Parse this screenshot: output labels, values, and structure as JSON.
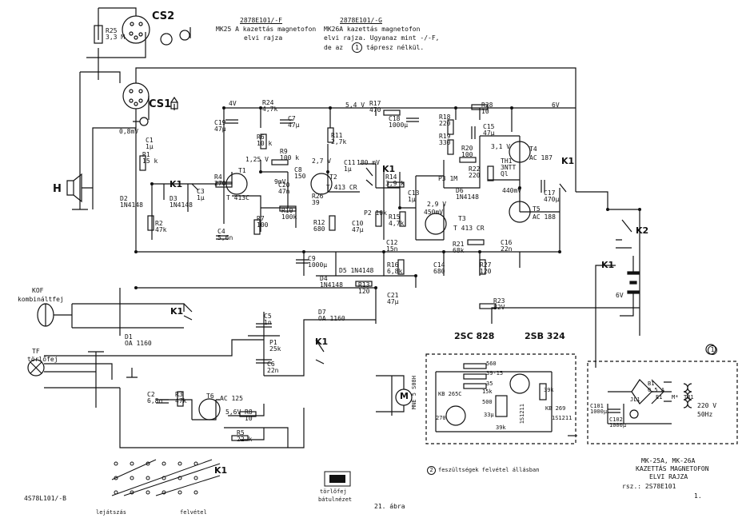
{
  "header": {
    "col1_code": "2878E101/-F",
    "col1_l1": "MK25 A kazettás magnetofon",
    "col1_l2": "elvi rajza",
    "col2_code": "2878E101/-G",
    "col2_l1": "MK26A kazettás magnetofon",
    "col2_l2": "elvi rajza. Ugyanaz mint -/-F,",
    "col2_l3": "de az",
    "col2_circle": "1",
    "col2_l3b": "tápresz nélkül."
  },
  "connectors": {
    "cs2": "CS2",
    "cs1": "CS1",
    "speaker": "H",
    "kof1": "KOF",
    "kof2": "kombináltfej",
    "tf1": "TF",
    "tf2": "törlőfej"
  },
  "resistors": [
    {
      "n": "R25",
      "v": "3,3 M"
    },
    {
      "n": "R24",
      "v": "4,7k"
    },
    {
      "n": "R6",
      "v": "10 k"
    },
    {
      "n": "R9",
      "v": "100 k"
    },
    {
      "n": "R4",
      "v": "270"
    },
    {
      "n": "R7",
      "v": "100"
    },
    {
      "n": "R10",
      "v": "100k"
    },
    {
      "n": "R11",
      "v": "2,7k"
    },
    {
      "n": "R12",
      "v": "680"
    },
    {
      "n": "R26",
      "v": "39"
    },
    {
      "n": "R14",
      "v": "3,9 k"
    },
    {
      "n": "R15",
      "v": "4,7k"
    },
    {
      "n": "R16",
      "v": "6,8k"
    },
    {
      "n": "R13",
      "v": "120"
    },
    {
      "n": "R17",
      "v": "470"
    },
    {
      "n": "R18",
      "v": "220"
    },
    {
      "n": "R19",
      "v": "330"
    },
    {
      "n": "R20",
      "v": "100"
    },
    {
      "n": "R22",
      "v": "220"
    },
    {
      "n": "R21",
      "v": "68k"
    },
    {
      "n": "R27",
      "v": "120"
    },
    {
      "n": "R28",
      "v": "10"
    },
    {
      "n": "R23",
      "v": "82V"
    },
    {
      "n": "R1",
      "v": "15 k"
    },
    {
      "n": "R2",
      "v": "47k"
    },
    {
      "n": "R3",
      "v": "47k"
    },
    {
      "n": "R8",
      "v": "10"
    },
    {
      "n": "R5",
      "v": "22 k"
    }
  ],
  "capacitors": [
    {
      "n": "C19",
      "v": "47µ"
    },
    {
      "n": "C7",
      "v": "47µ"
    },
    {
      "n": "C1",
      "v": "1µ"
    },
    {
      "n": "C3",
      "v": "1µ"
    },
    {
      "n": "C4",
      "v": "5,6n"
    },
    {
      "n": "C8",
      "v": "150"
    },
    {
      "n": "C20",
      "v": "47n"
    },
    {
      "n": "C9",
      "v": "1000µ"
    },
    {
      "n": "C10",
      "v": "47µ"
    },
    {
      "n": "C11",
      "v": "1µ"
    },
    {
      "n": "C12",
      "v": "15n"
    },
    {
      "n": "C13",
      "v": "1µ"
    },
    {
      "n": "C14",
      "v": "680"
    },
    {
      "n": "C18",
      "v": "1000µ"
    },
    {
      "n": "C15",
      "v": "47µ"
    },
    {
      "n": "C16",
      "v": "22n"
    },
    {
      "n": "C17",
      "v": "470µ"
    },
    {
      "n": "C21",
      "v": "47µ"
    },
    {
      "n": "C5",
      "v": "1n"
    },
    {
      "n": "C6",
      "v": "22n"
    },
    {
      "n": "C2",
      "v": "6,8n"
    },
    {
      "n": "C101",
      "v": "1000µ"
    },
    {
      "n": "C102",
      "v": "1000µ"
    }
  ],
  "transistors": [
    {
      "n": "T1",
      "t": "T 413C"
    },
    {
      "n": "T2",
      "t": "T 413 CR"
    },
    {
      "n": "T3",
      "t": "T 413 CR"
    },
    {
      "n": "T4",
      "t": "AC 187"
    },
    {
      "n": "T5",
      "t": "AC 188"
    },
    {
      "n": "T6",
      "t": "AC 125"
    }
  ],
  "diodes": [
    {
      "n": "D1",
      "t": "OA 1160"
    },
    {
      "n": "D2",
      "t": "1N4148"
    },
    {
      "n": "D3",
      "t": "1N4148"
    },
    {
      "n": "D4",
      "t": "1N4148"
    },
    {
      "n": "D5",
      "t": "1N4148"
    },
    {
      "n": "D6",
      "t": "1N4148"
    },
    {
      "n": "D7",
      "t": "OA 1160"
    }
  ],
  "misc": {
    "v4": "4V",
    "v54": "5,4 V",
    "v6": "6V",
    "v31": "3,1 V",
    "v27": "2,7 V",
    "v29": "2,9 V",
    "v125": "1,25 V",
    "v56": "5,6V",
    "mv180": "180 mV",
    "mv9": "9mV",
    "mv440": "440mV",
    "mv450": "450mV",
    "mv08": "0,8mV",
    "p1": "P1",
    "p1v": "25k",
    "p2": "P2",
    "p2v": "10k",
    "p3": "P3",
    "p3v": "1M",
    "th1": "TH1",
    "th1t": "3NTT",
    "th1v": "Ql",
    "k1": "K1",
    "k2": "K2",
    "bat": "6V",
    "mod1": "2SC 828",
    "mod2": "2SB 324",
    "motor": "M",
    "motor_type": "MNE 5 S08H",
    "mod_r1": "560",
    "mod_r2": "39-15",
    "mod_r3": "35",
    "mod_r4": "15k",
    "mod_r5": "500",
    "mod_r6": "270",
    "mod_r7": "39k",
    "mod_c1": "33µ",
    "mod_c2": "39k",
    "mod_d1": "KB 265C",
    "mod_d2": "KB 269",
    "mod_z1": "1S1211",
    "mod_z2": "1S1211",
    "psu_d": "D1",
    "psu_e": "E1",
    "psu_b": "B1",
    "psu_bv": "0,5 A",
    "psu_m": "M*",
    "psu_tr": "TR1",
    "psu_jl": "JL1",
    "psu_v1": "220 V",
    "psu_v2": "50Hz",
    "psu_circle": "1"
  },
  "footer": {
    "left_code": "4S78L101/-B",
    "lej": "lejátszás",
    "fel": "felvétel",
    "head_cap1": "törlőfej",
    "head_cap2": "bátulnézet",
    "fig": "21. ábra",
    "note_circle": "2",
    "note": "feszültségek felvétel állásban",
    "title1": "MK-25A, MK-26A",
    "title2": "KAZETTÁS MAGNETOFON",
    "title3": "ELVI RAJZA",
    "title4": "rsz.: 2S78E101",
    "title5": "1."
  }
}
